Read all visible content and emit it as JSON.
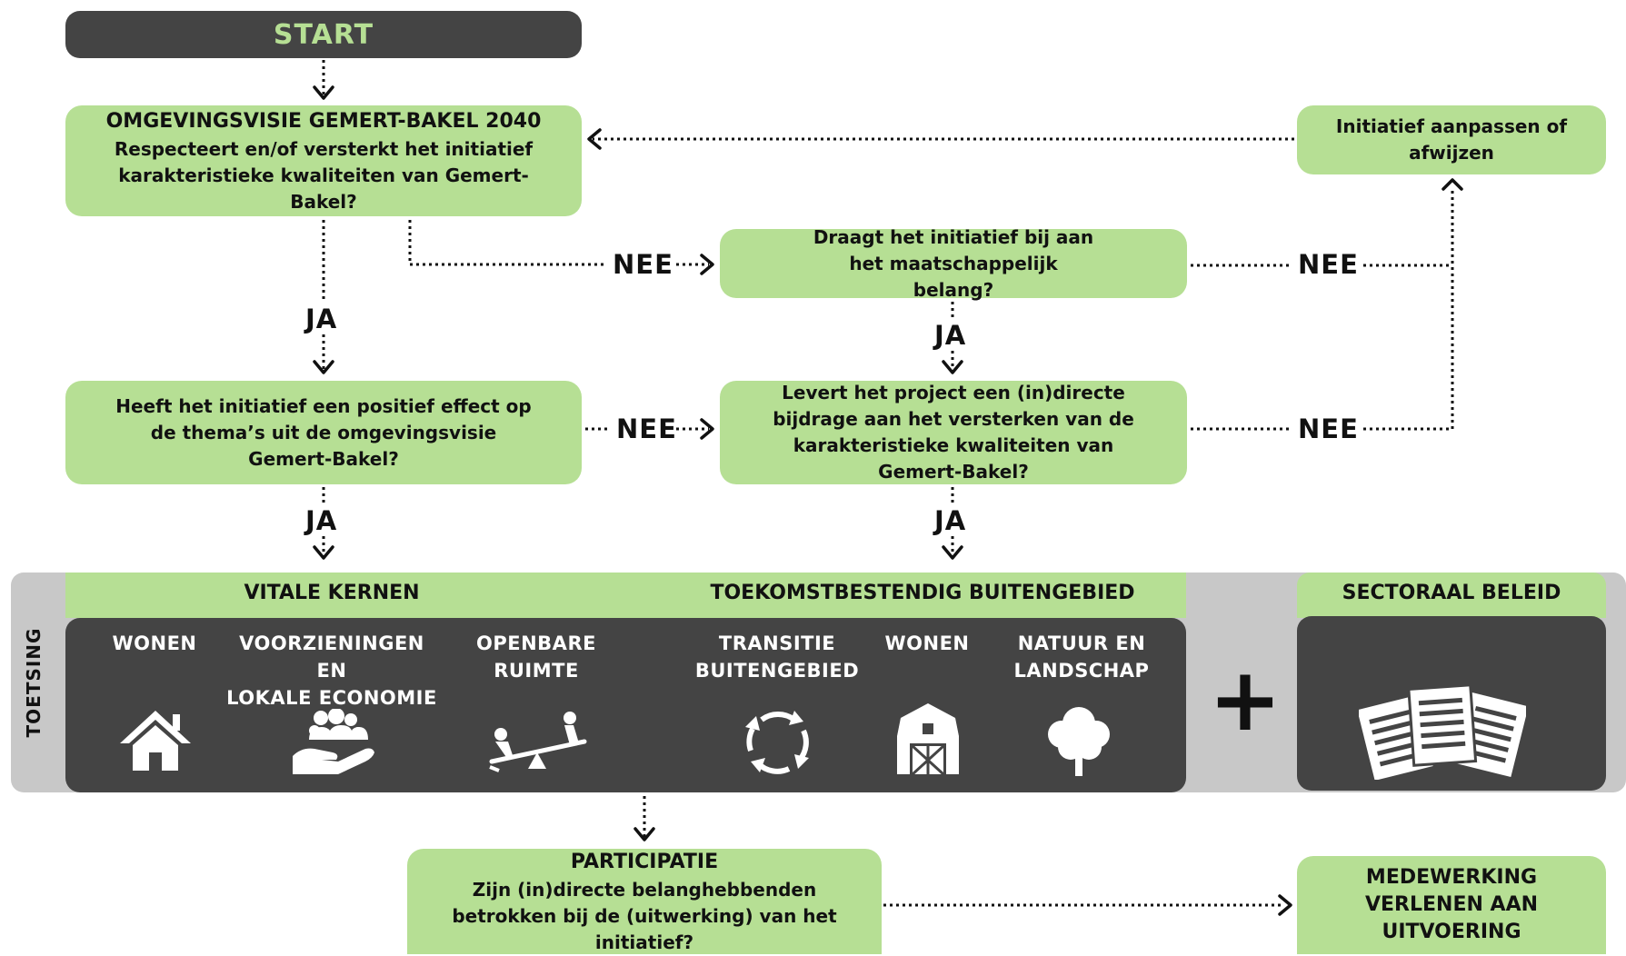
{
  "start": {
    "label": "START"
  },
  "omgevingsvisie": {
    "title": "OMGEVINGSVISIE GEMERT-BAKEL 2040",
    "text": "Respecteert en/of versterkt het initiatief karakteristieke kwaliteiten van Gemert-Bakel?"
  },
  "aanpassen": {
    "text": "Initiatief aanpassen of afwijzen"
  },
  "maatschappelijk": {
    "text": "Draagt het initiatief bij aan het maatschappelijk belang?"
  },
  "positief_effect": {
    "text": "Heeft het initiatief een positief effect op de thema’s uit de omgevingsvisie Gemert-Bakel?"
  },
  "bijdrage": {
    "text": "Levert het project een (in)directe bijdrage aan het versterken van de karakteristieke kwaliteiten van Gemert-Bakel?"
  },
  "labels": {
    "ja_1": "JA",
    "ja_2": "JA",
    "ja_3": "JA",
    "ja_4": "JA",
    "nee_1": "NEE",
    "nee_2": "NEE",
    "nee_3": "NEE",
    "nee_4": "NEE"
  },
  "toetsing": {
    "side_label": "TOETSING",
    "vitale_kernen": "VITALE KERNEN",
    "buitengebied": "TOEKOMSTBESTENDIG BUITENGEBIED",
    "sectoraal": "SECTORAAL BELEID",
    "plus": "+",
    "themes": [
      {
        "label": "WONEN",
        "icon": "house-icon"
      },
      {
        "label": "VOORZIENINGEN EN\nLOKALE ECONOMIE",
        "icon": "community-hand-icon"
      },
      {
        "label": "OPENBARE\nRUIMTE",
        "icon": "seesaw-icon"
      },
      {
        "label": "TRANSITIE\nBUITENGEBIED",
        "icon": "cycle-icon"
      },
      {
        "label": "WONEN",
        "icon": "barn-icon"
      },
      {
        "label": "NATUUR EN\nLANDSCHAP",
        "icon": "tree-icon"
      }
    ],
    "sectoraal_icon": "documents-icon"
  },
  "participatie": {
    "title": "PARTICIPATIE",
    "text": "Zijn (in)directe belanghebbenden betrokken bij de (uitwerking) van het initiatief?"
  },
  "medewerking": {
    "text": "MEDEWERKING VERLENEN AAN UITVOERING"
  },
  "colors": {
    "green": "#b6df94",
    "dark": "#444444",
    "grey": "#c8c8c8",
    "start_text": "#b6df94"
  }
}
